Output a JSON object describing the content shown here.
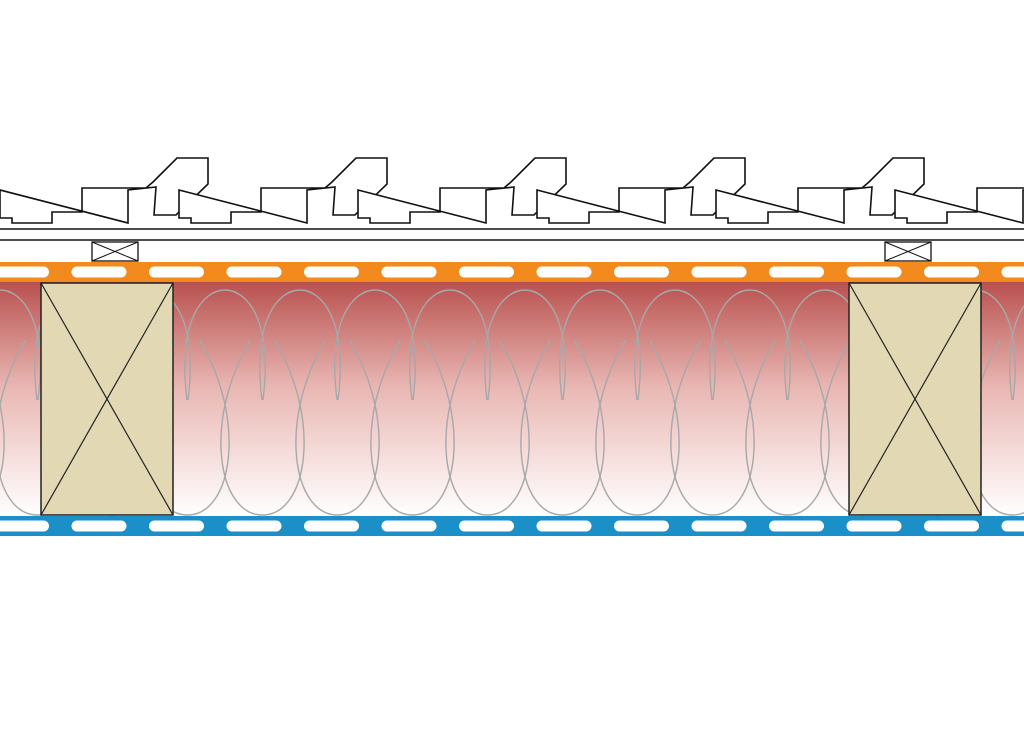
{
  "diagram": {
    "kind": "roof-section",
    "layers": [
      {
        "name": "roof-tiles",
        "color": "#ffffff",
        "stroke": "#111111"
      },
      {
        "name": "counter-battens",
        "color": "#ffffff",
        "stroke": "#111111"
      },
      {
        "name": "outer-membrane",
        "color": "#f28a1e",
        "dash_color": "#ffffff"
      },
      {
        "name": "insulation",
        "color_top": "#b8514f",
        "color_bottom": "#ffffff",
        "loop_stroke": "#a8a8a8"
      },
      {
        "name": "rafters",
        "color": "#e2d8b4",
        "stroke": "#222222"
      },
      {
        "name": "inner-membrane",
        "color": "#1a8fc8",
        "dash_color": "#ffffff"
      }
    ],
    "rafter_count": 2,
    "batten_count": 2,
    "tile_count": 6
  }
}
